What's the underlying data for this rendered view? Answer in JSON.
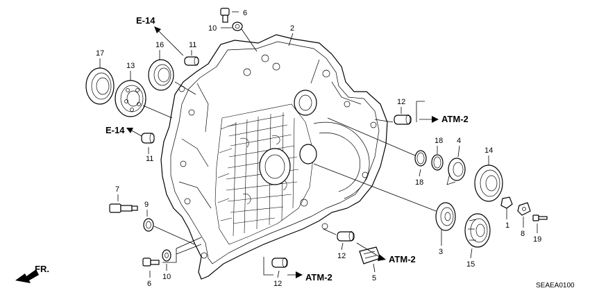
{
  "diagram": {
    "code": "SEAEA0100",
    "direction": {
      "label": "FR.",
      "icon": "front-arrow-icon"
    },
    "references": [
      "E-14",
      "E-14",
      "ATM-2",
      "ATM-2",
      "ATM-2"
    ],
    "callouts": [
      "1",
      "2",
      "3",
      "4",
      "5",
      "6",
      "6",
      "7",
      "8",
      "9",
      "10",
      "10",
      "11",
      "11",
      "12",
      "12",
      "12",
      "13",
      "14",
      "15",
      "16",
      "17",
      "18",
      "18",
      "19"
    ]
  }
}
